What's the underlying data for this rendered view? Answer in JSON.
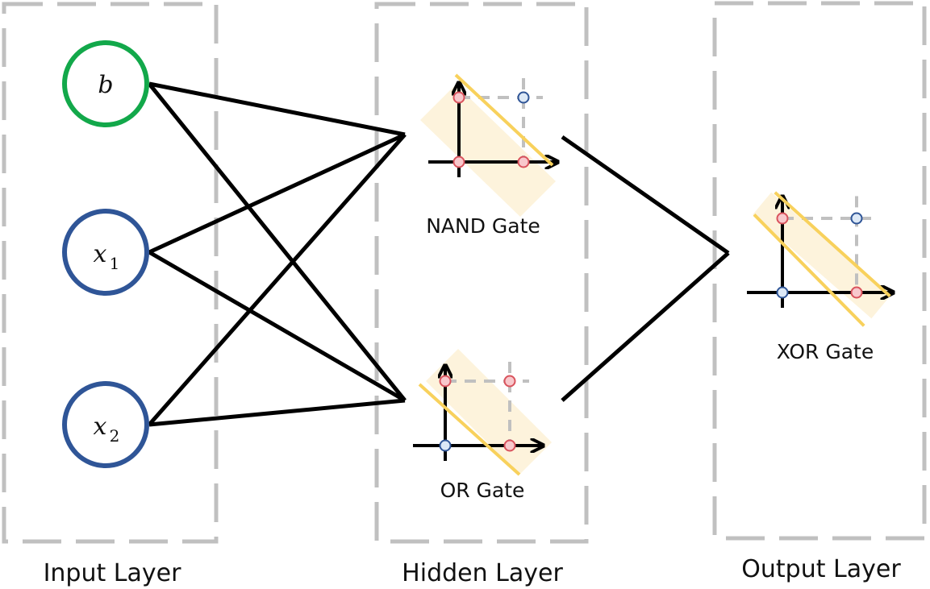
{
  "layers": [
    {
      "id": "input",
      "label": "Input Layer"
    },
    {
      "id": "hidden",
      "label": "Hidden Layer"
    },
    {
      "id": "output",
      "label": "Output Layer"
    }
  ],
  "input_nodes": [
    {
      "id": "b",
      "symbol": "b",
      "subscript": "",
      "color": "#12a84a"
    },
    {
      "id": "x1",
      "symbol": "x",
      "subscript": "1",
      "color": "#2f5597"
    },
    {
      "id": "x2",
      "symbol": "x",
      "subscript": "2",
      "color": "#2f5597"
    }
  ],
  "gates": [
    {
      "id": "nand",
      "label": "NAND Gate",
      "points": [
        {
          "x": 0,
          "y": 0,
          "class": "red"
        },
        {
          "x": 1,
          "y": 0,
          "class": "red"
        },
        {
          "x": 0,
          "y": 1,
          "class": "red"
        },
        {
          "x": 1,
          "y": 1,
          "class": "blue"
        }
      ]
    },
    {
      "id": "or",
      "label": "OR Gate",
      "points": [
        {
          "x": 0,
          "y": 0,
          "class": "blue"
        },
        {
          "x": 1,
          "y": 0,
          "class": "red"
        },
        {
          "x": 0,
          "y": 1,
          "class": "red"
        },
        {
          "x": 1,
          "y": 1,
          "class": "red"
        }
      ]
    },
    {
      "id": "xor",
      "label": "XOR Gate",
      "points": [
        {
          "x": 0,
          "y": 0,
          "class": "blue"
        },
        {
          "x": 1,
          "y": 0,
          "class": "red"
        },
        {
          "x": 0,
          "y": 1,
          "class": "red"
        },
        {
          "x": 1,
          "y": 1,
          "class": "blue"
        }
      ]
    }
  ],
  "connections": [
    {
      "from": "b",
      "to": "nand"
    },
    {
      "from": "b",
      "to": "or"
    },
    {
      "from": "x1",
      "to": "nand"
    },
    {
      "from": "x1",
      "to": "or"
    },
    {
      "from": "x2",
      "to": "nand"
    },
    {
      "from": "x2",
      "to": "or"
    },
    {
      "from": "nand",
      "to": "xor"
    },
    {
      "from": "or",
      "to": "xor"
    }
  ],
  "colors": {
    "red_fill": "#f8c8cc",
    "red_stroke": "#d9535d",
    "blue_fill": "#dce8f6",
    "blue_stroke": "#2f5597",
    "boundary": "#f8d15c",
    "region": "#fdf3dc",
    "dash_box": "#c0c0c0",
    "grid": "#c0c0c0"
  }
}
